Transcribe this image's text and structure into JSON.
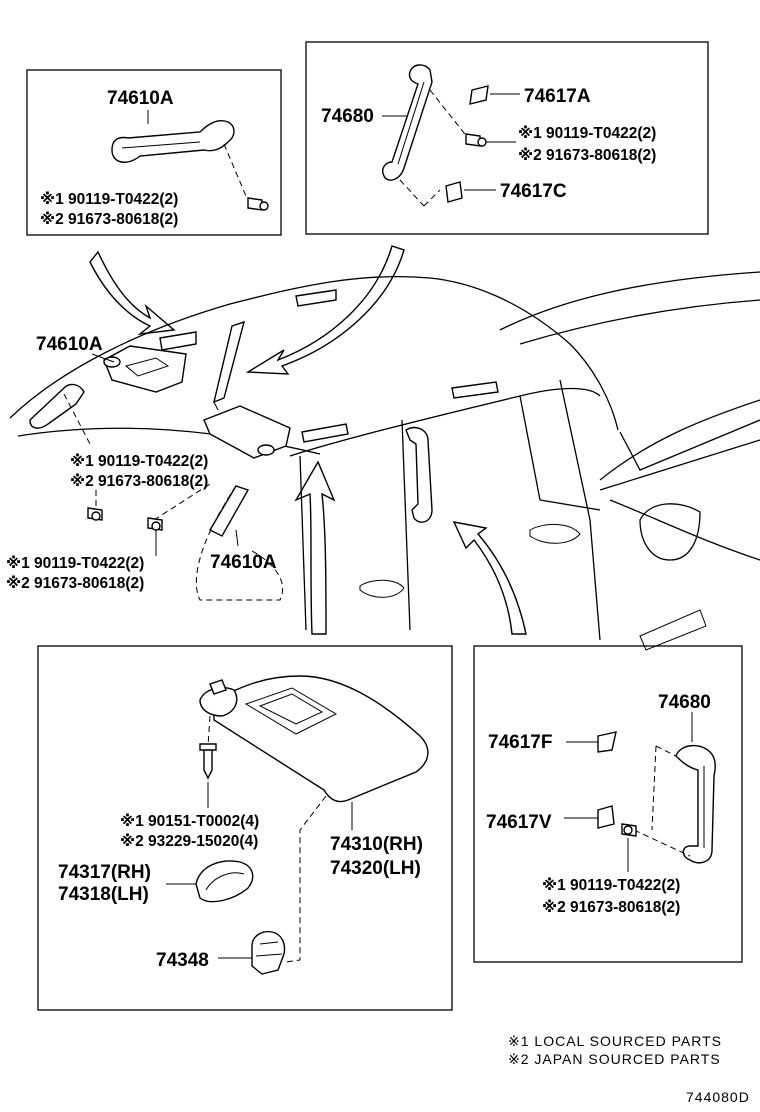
{
  "box_top_left": {
    "part_label": "74610A",
    "ref1": "※1 90119-T0422(2)",
    "ref2": "※2 91673-80618(2)"
  },
  "box_top_right": {
    "part_label_handle": "74680",
    "part_label_cap_a": "74617A",
    "part_label_cap_c": "74617C",
    "ref1": "※1 90119-T0422(2)",
    "ref2": "※2 91673-80618(2)"
  },
  "cabin": {
    "label_front_handle": "74610A",
    "ref1_a": "※1 90119-T0422(2)",
    "ref2_a": "※2 91673-80618(2)",
    "ref1_b": "※1 90119-T0422(2)",
    "ref2_b": "※2 91673-80618(2)",
    "label_pillar_handle": "74610A"
  },
  "box_bottom_left": {
    "visor_ref1": "※1 90151-T0002(4)",
    "visor_ref2": "※2 93229-15020(4)",
    "visor_rh": "74310(RH)",
    "visor_lh": "74320(LH)",
    "mirror_rh": "74317(RH)",
    "mirror_lh": "74318(LH)",
    "holder": "74348"
  },
  "box_bottom_right": {
    "handle": "74680",
    "cap_f": "74617F",
    "cap_v": "74617V",
    "ref1": "※1 90119-T0422(2)",
    "ref2": "※2 91673-80618(2)"
  },
  "legend": {
    "local": "※1 LOCAL SOURCED PARTS",
    "japan": "※2 JAPAN SOURCED PARTS"
  },
  "diagram_code": "744080D"
}
